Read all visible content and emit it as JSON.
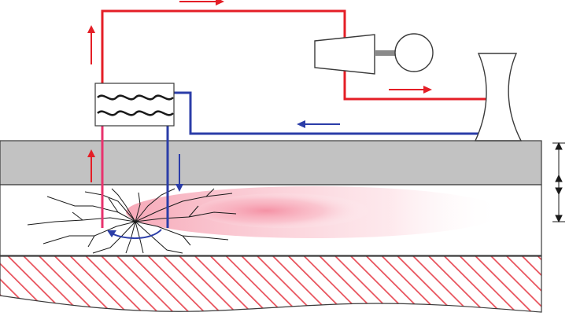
{
  "colors": {
    "hot_pipe": "#e41e26",
    "cold_pipe": "#2b3da8",
    "injection_pipe": "#e8336d",
    "caprock": "#c2c2c2",
    "hatch": "#e8505a",
    "plume": "#f7a5b3",
    "outline": "#3a3a3a",
    "fracture": "#1a1a1a",
    "turbine_fill": "#ffffff",
    "shaft": "#8a8a8a"
  },
  "diagram": {
    "components": [
      "heat-exchanger",
      "turbine",
      "generator",
      "cooling-tower",
      "production-well",
      "injection-well",
      "fracture-network",
      "caprock-layer",
      "reservoir-layer",
      "basement-rock",
      "thickness-marker"
    ],
    "flow_arrows": [
      {
        "name": "hot-flow-up",
        "color": "hot_pipe",
        "direction": "up"
      },
      {
        "name": "hot-flow-right-top",
        "color": "hot_pipe",
        "direction": "right"
      },
      {
        "name": "hot-flow-right-lower",
        "color": "hot_pipe",
        "direction": "right"
      },
      {
        "name": "cold-flow-left",
        "color": "cold_pipe",
        "direction": "left"
      },
      {
        "name": "cold-flow-down",
        "color": "cold_pipe",
        "direction": "down"
      },
      {
        "name": "fluid-flow-up",
        "color": "hot_pipe",
        "direction": "up"
      },
      {
        "name": "circulation-arc",
        "color": "cold_pipe",
        "direction": "counter-clockwise"
      }
    ]
  }
}
